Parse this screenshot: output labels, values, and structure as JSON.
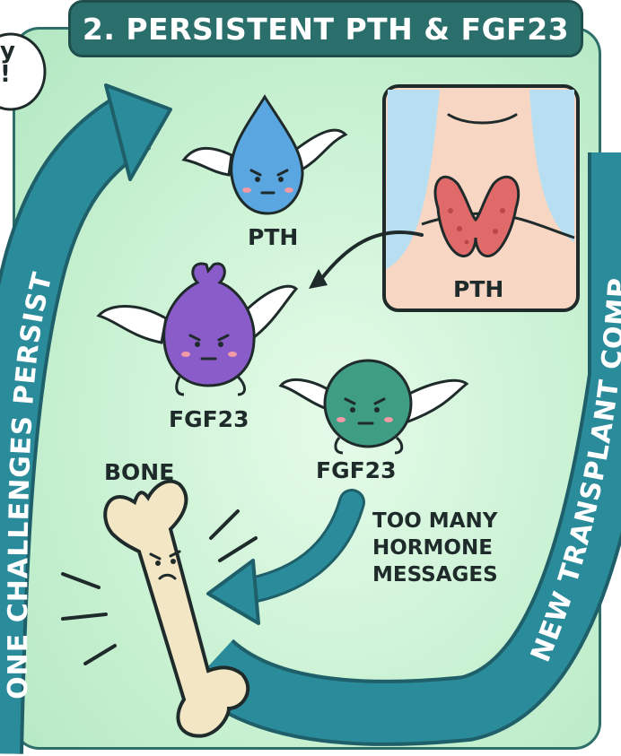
{
  "title": "2. PERSISTENT PTH & FGF23",
  "speech_bubble": {
    "lines": [
      "y",
      "!"
    ]
  },
  "left_arrow_text": "ONE CHALLENGES PERSIST",
  "right_arrow_text": "NEW TRANSPLANT COMPL",
  "labels": {
    "pth_drop": "PTH",
    "pth_gland": "PTH",
    "fgf23_purple": "FGF23",
    "fgf23_green": "FGF23",
    "bone": "BONE"
  },
  "message": {
    "lines": [
      "TOO MANY",
      "HORMONE",
      "MESSAGES"
    ]
  },
  "colors": {
    "panel_border": "#2f6f6a",
    "title_bg": "#2b6f6c",
    "arrow_teal": "#2a8b9a",
    "pth_blue": "#5aa6e0",
    "fgf23_purple": "#8a5cc9",
    "fgf23_green": "#3f9d84",
    "bone": "#f3e6c4",
    "thyroid": "#e06a6a",
    "skin": "#f6d5c0"
  }
}
